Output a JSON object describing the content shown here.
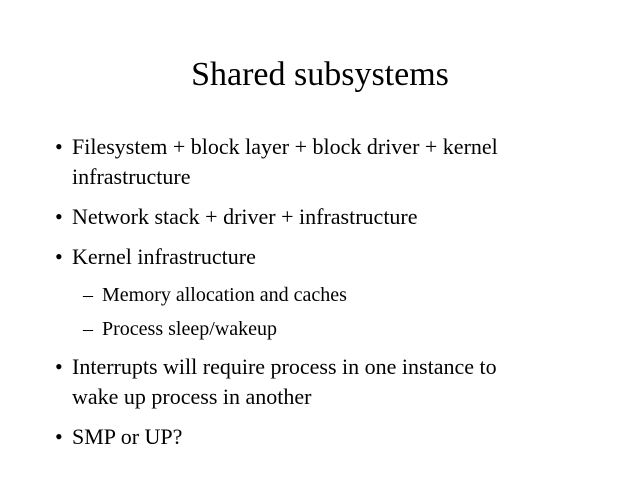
{
  "slide": {
    "colors": {
      "background": "#ffffff",
      "text": "#000000"
    },
    "title": "Shared subsystems",
    "bullets": [
      {
        "level": 1,
        "marker": "•",
        "lines": [
          "Filesystem + block layer + block driver + kernel",
          "infrastructure"
        ]
      },
      {
        "level": 1,
        "marker": "•",
        "lines": [
          "Network stack + driver + infrastructure"
        ]
      },
      {
        "level": 1,
        "marker": "•",
        "lines": [
          "Kernel infrastructure"
        ]
      },
      {
        "level": 2,
        "marker": "–",
        "lines": [
          "Memory allocation and caches"
        ]
      },
      {
        "level": 2,
        "marker": "–",
        "lines": [
          "Process sleep/wakeup"
        ]
      },
      {
        "level": 1,
        "marker": "•",
        "lines": [
          "Interrupts will require process in one instance to",
          "wake up process in another"
        ]
      },
      {
        "level": 1,
        "marker": "•",
        "lines": [
          "SMP or UP?"
        ]
      }
    ]
  }
}
